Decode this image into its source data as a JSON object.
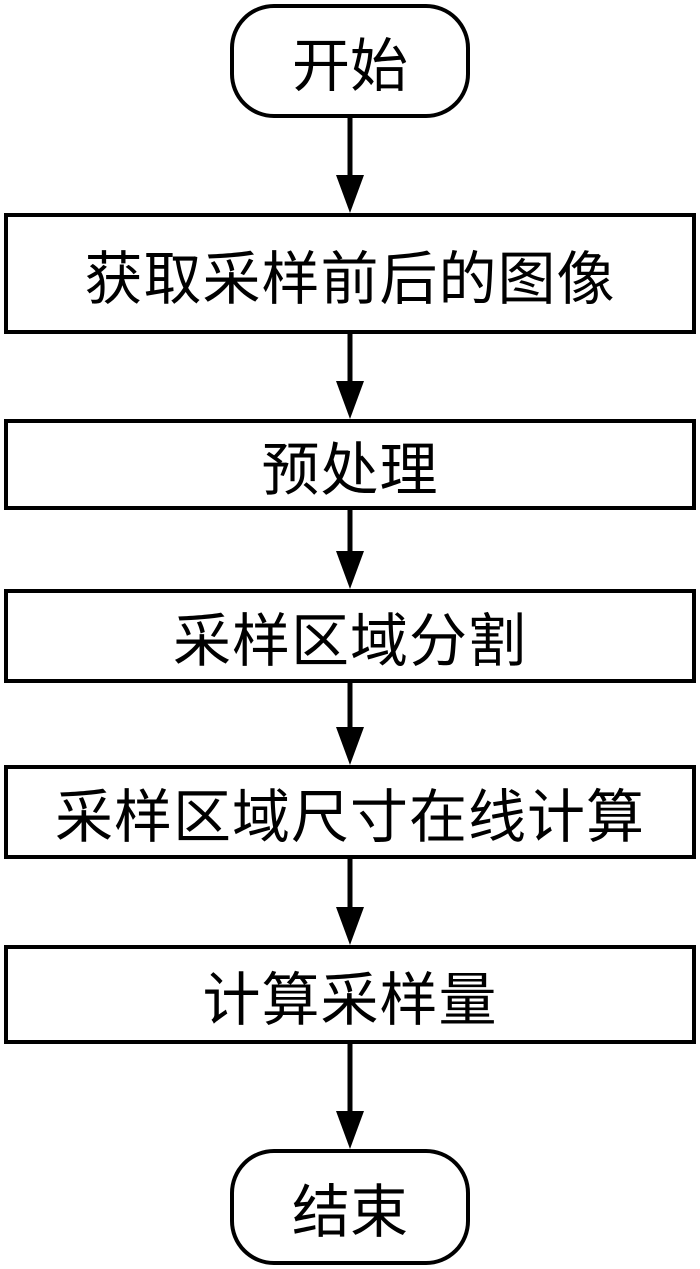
{
  "flowchart": {
    "start": "开始",
    "steps": [
      "获取采样前后的图像",
      "预处理",
      "采样区域分割",
      "采样区域尺寸在线计算",
      "计算采样量"
    ],
    "end": "结束"
  }
}
